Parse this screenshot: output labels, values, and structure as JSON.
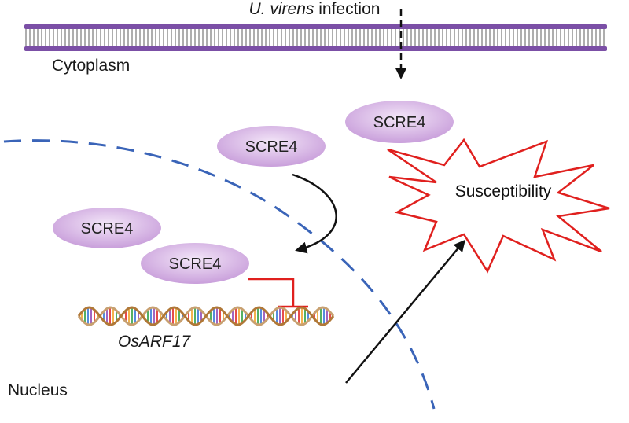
{
  "title": {
    "organism": "U. virens",
    "rest": " infection"
  },
  "labels": {
    "cytoplasm": "Cytoplasm",
    "nucleus": "Nucleus",
    "gene": "OsARF17",
    "outcome": "Susceptibility"
  },
  "effectors": [
    {
      "label": "SCRE4"
    },
    {
      "label": "SCRE4"
    },
    {
      "label": "SCRE4"
    },
    {
      "label": "SCRE4"
    }
  ],
  "colors": {
    "membrane_head": "#7b4fa6",
    "membrane_tail": "#9a9a9a",
    "effector_fill": "#d9b8e6",
    "nuclear_envelope": "#3a64b8",
    "inhibition": "#e0201e",
    "burst": "#e0201e",
    "arrow": "#111111"
  }
}
